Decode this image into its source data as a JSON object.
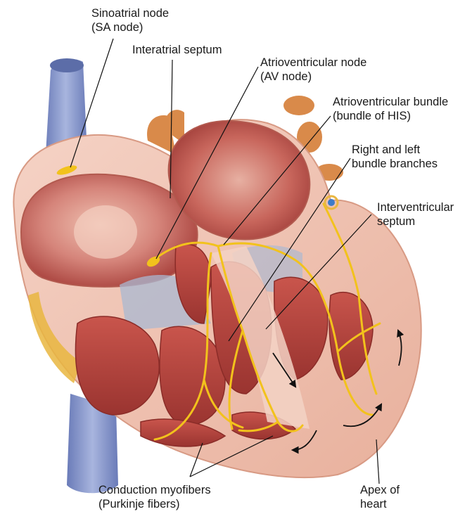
{
  "labels": {
    "sa_node": {
      "line1": "Sinoatrial node",
      "line2": "(SA node)"
    },
    "interatrial_septum": {
      "line1": "Interatrial septum"
    },
    "av_node": {
      "line1": "Atrioventricular node",
      "line2": "(AV node)"
    },
    "av_bundle": {
      "line1": "Atrioventricular bundle",
      "line2": "(bundle of HIS)"
    },
    "bundle_branches": {
      "line1": "Right and left",
      "line2": "bundle branches"
    },
    "interventricular_septum": {
      "line1": "Interventricular",
      "line2": "septum"
    },
    "purkinje": {
      "line1": "Conduction myofibers",
      "line2": "(Purkinje fibers)"
    },
    "apex": {
      "line1": "Apex of",
      "line2": "heart"
    }
  },
  "colors": {
    "vessel_blue": "#8a98c8",
    "vein_blue": "#6f80bd",
    "muscle_pink": "#efc1b0",
    "chamber_red": "#b8463f",
    "chamber_light": "#d98a7c",
    "conduction_yellow": "#f2c21c",
    "aorta_orange": "#d98a4a",
    "fat_yellow": "#e9b640",
    "leader_line": "#111111"
  }
}
